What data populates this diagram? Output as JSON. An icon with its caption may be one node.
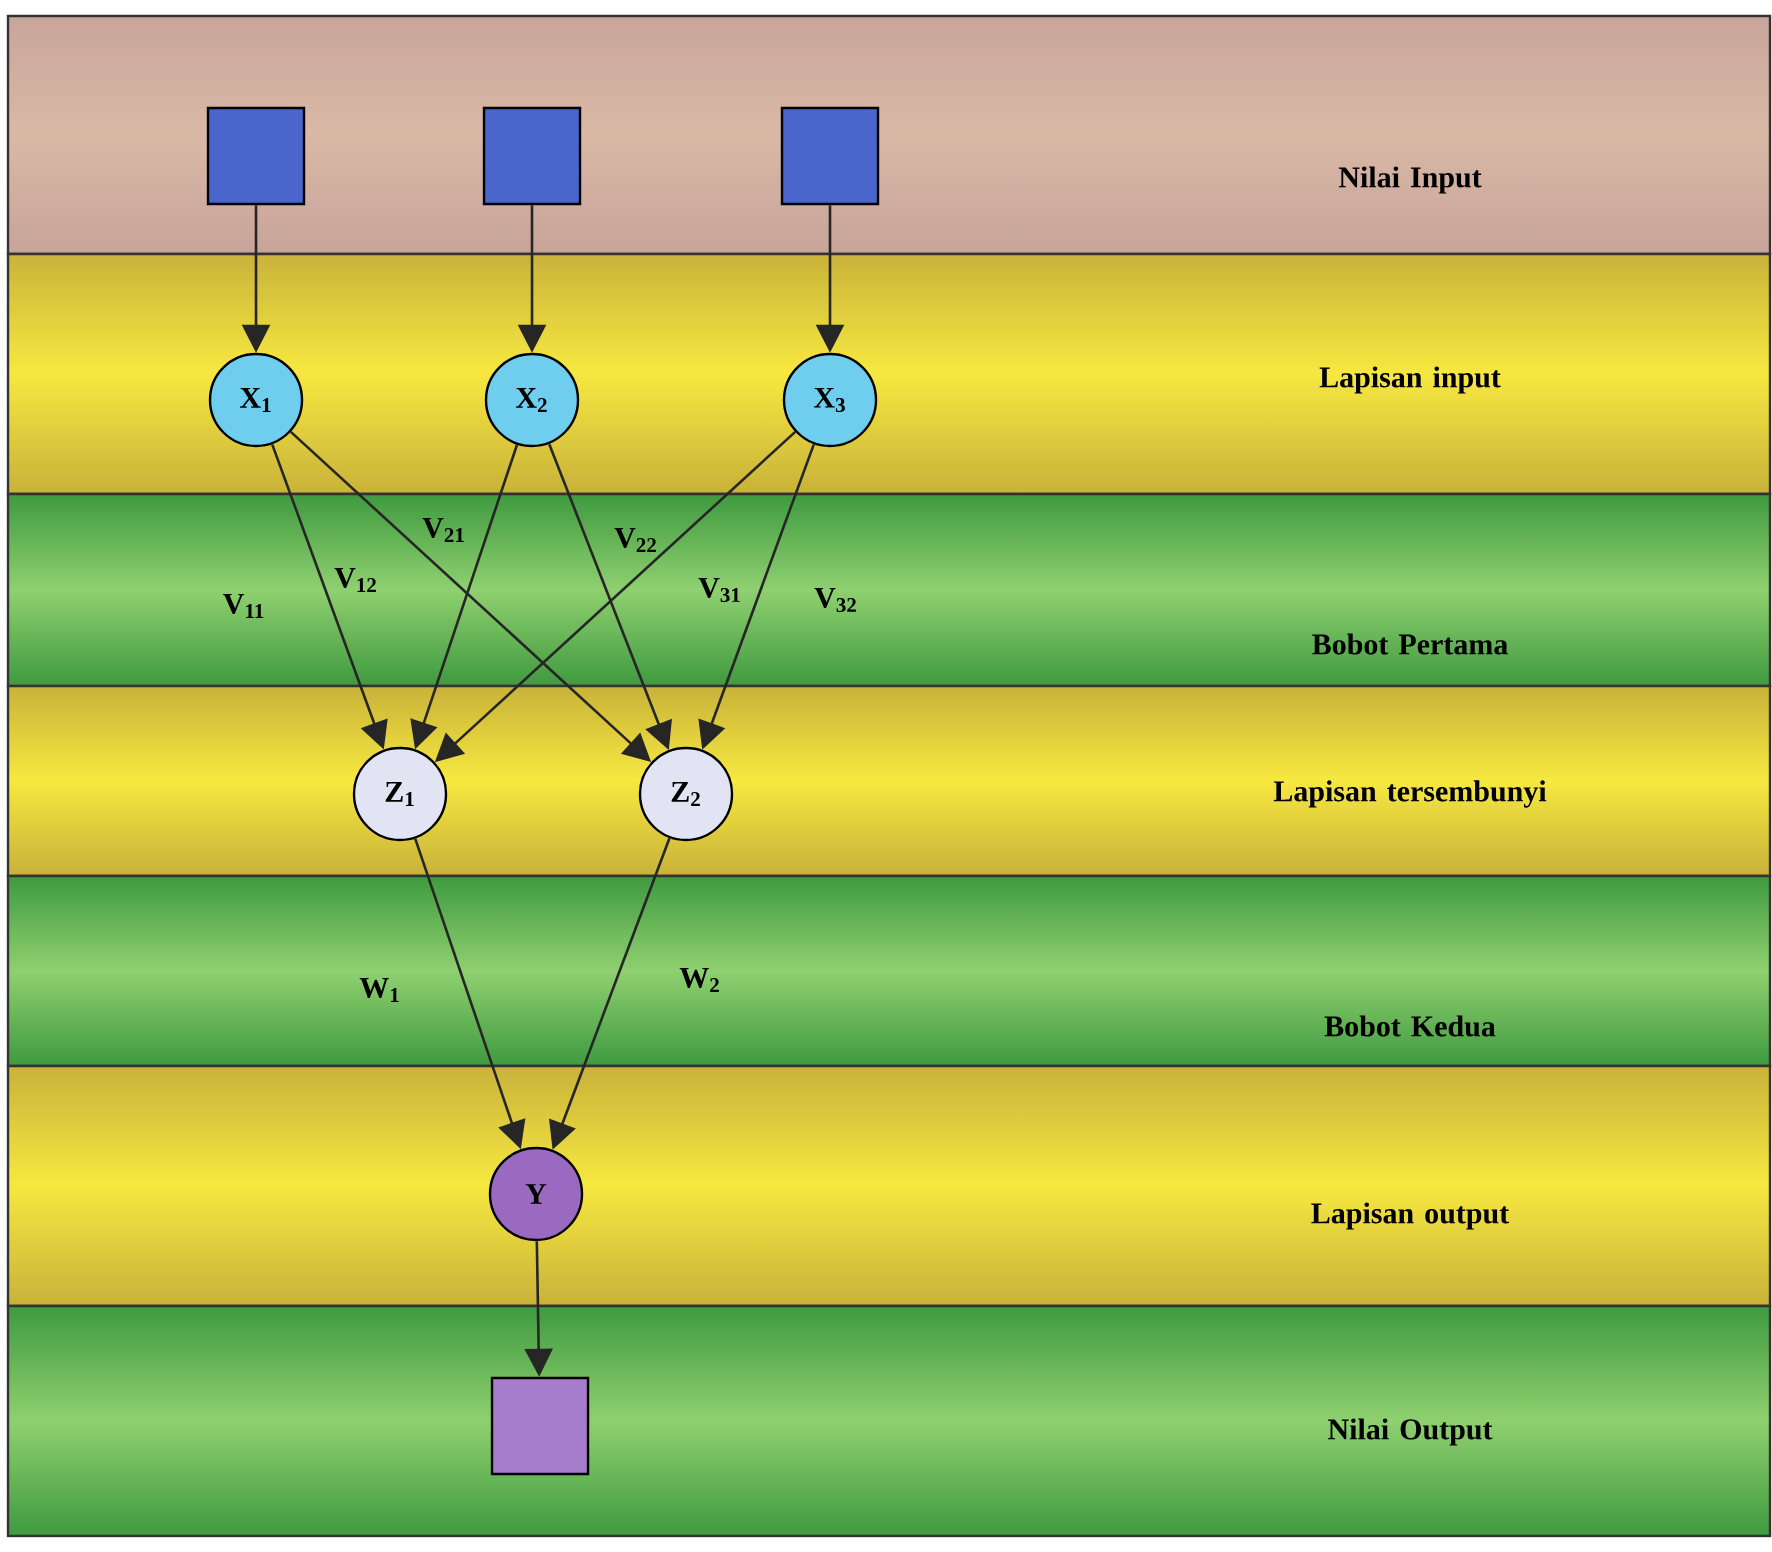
{
  "diagram": {
    "nodes": [
      {
        "text": [],
        "shape": "box"
      },
      {
        "text": [],
        "shape": "box"
      },
      {
        "text": [],
        "shape": "box"
      },
      {
        "text": [
          "X$_{1}$"
        ]
      },
      {
        "text": [
          "X$_{2}$"
        ]
      },
      {
        "text": [
          "X$_{3}$"
        ]
      },
      {
        "text": [
          "Z$_{1}$"
        ]
      },
      {
        "text": [
          "Z$_{2}$"
        ]
      },
      {
        "text": [
          "Y"
        ]
      },
      {
        "text": [],
        "shape": "box"
      }
    ],
    "edges": [
      {
        "from": 0,
        "to": 3,
        "arrow": "to"
      },
      {
        "from": 1,
        "to": 4,
        "arrow": "to"
      },
      {
        "from": 2,
        "to": 5,
        "arrow": "to"
      },
      {
        "from": 3,
        "to": 6,
        "arrow": "to",
        "label": "V$_{11}$"
      },
      {
        "from": 3,
        "to": 7,
        "arrow": "to",
        "label": "V$_{12}$"
      },
      {
        "from": 4,
        "to": 6,
        "arrow": "to",
        "label": "V$_{21}$"
      },
      {
        "from": 4,
        "to": 7,
        "arrow": "to",
        "label": "V$_{22}$"
      },
      {
        "from": 5,
        "to": 6,
        "arrow": "to",
        "label": "V$_{31}$"
      },
      {
        "from": 5,
        "to": 7,
        "arrow": "to",
        "label": "V$_{32}$"
      },
      {
        "from": 6,
        "to": 8,
        "arrow": "to",
        "label": "W$_{1}$"
      },
      {
        "from": 7,
        "to": 8,
        "arrow": "to",
        "label": "W$_{2}$"
      },
      {
        "from": 8,
        "to": 9,
        "arrow": "to"
      }
    ],
    "labels": [
      "Nilai Input",
      "Lapisan input",
      "Bobot Pertama",
      "Lapisan tersembunyi",
      "Bobot Kedua",
      "Lapisan output",
      "Nilai Output"
    ]
  }
}
